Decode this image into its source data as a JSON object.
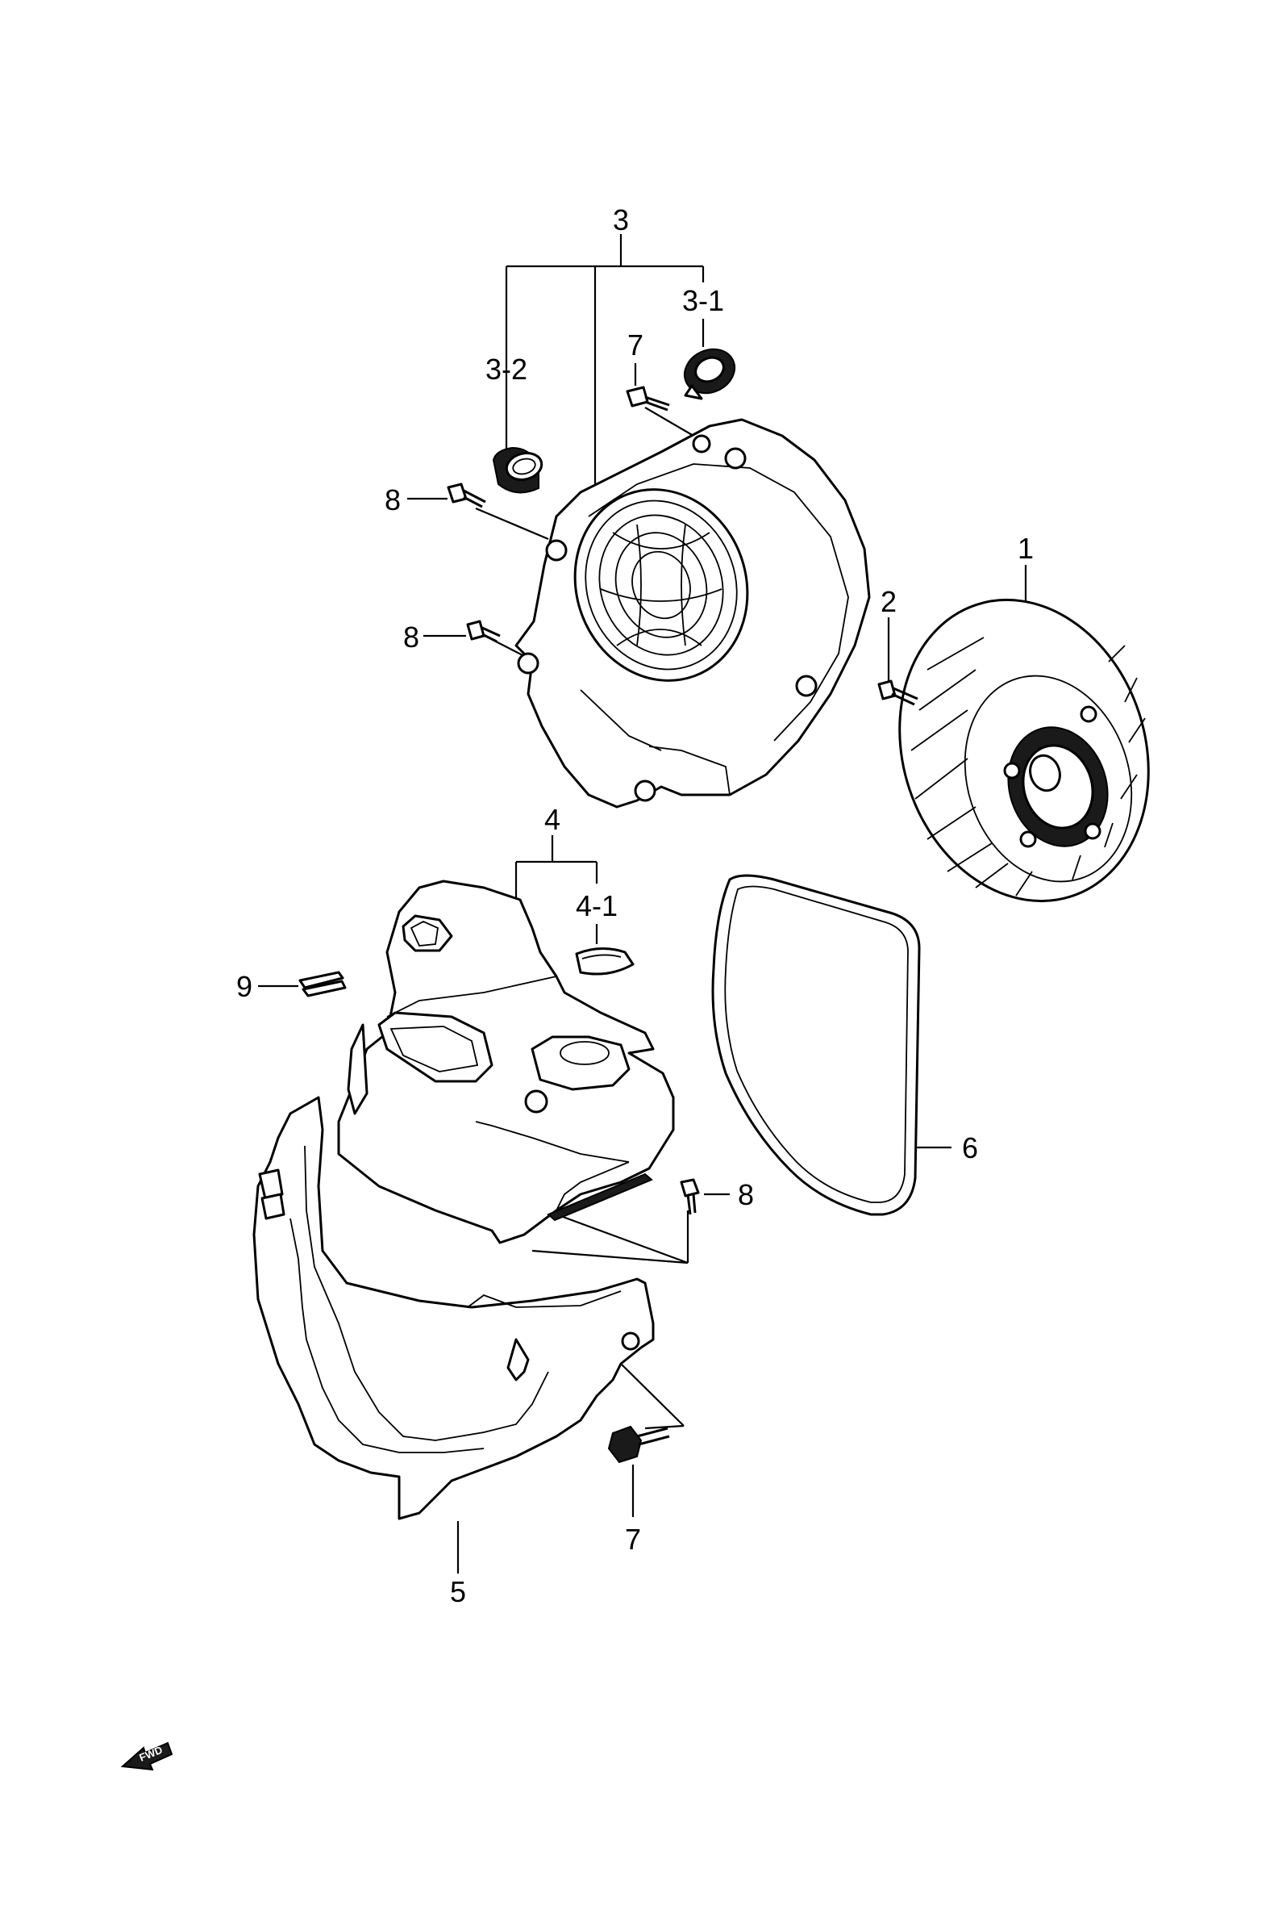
{
  "callouts": {
    "c1": "1",
    "c2": "2",
    "c3": "3",
    "c3_1": "3-1",
    "c3_2": "3-2",
    "c4": "4",
    "c4_1": "4-1",
    "c5": "5",
    "c6": "6",
    "c7_top": "7",
    "c7_bottom": "7",
    "c8_upper": "8",
    "c8_lower": "8",
    "c8_right": "8",
    "c9": "9"
  },
  "fwd_badge": {
    "label": "FWD"
  },
  "colors": {
    "ink": "#000000",
    "paper": "#ffffff"
  }
}
